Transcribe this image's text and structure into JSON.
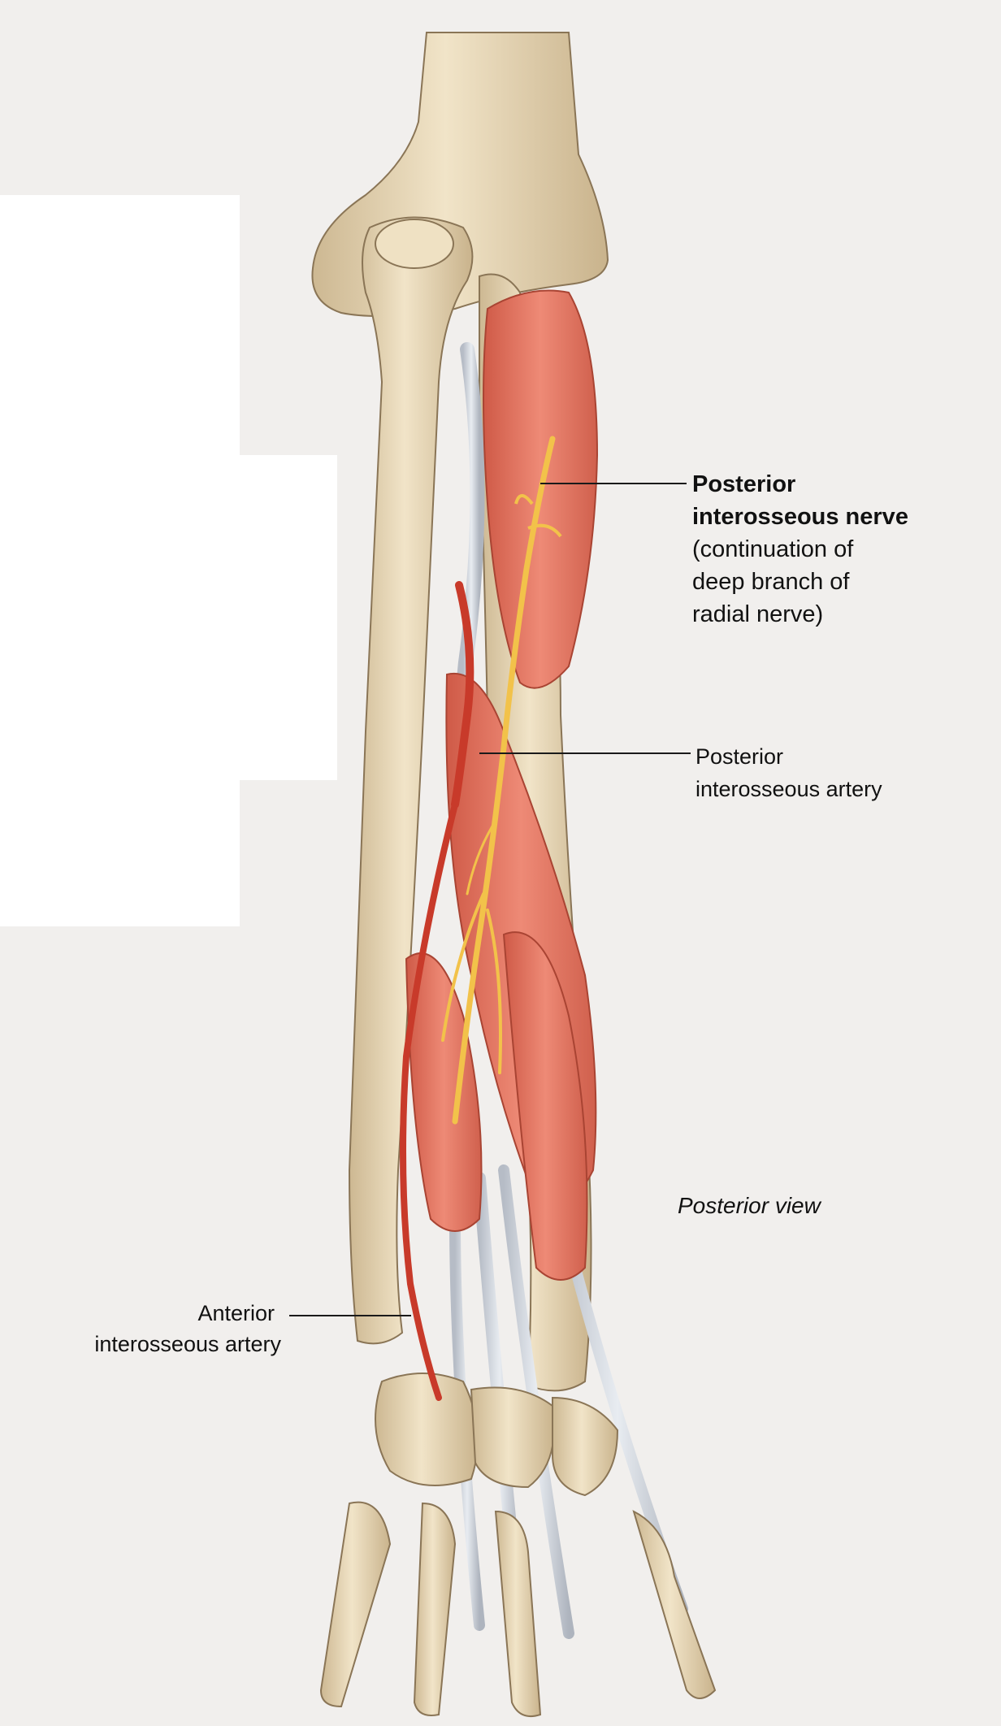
{
  "labels": {
    "posterior_interosseous_nerve": {
      "title": "Posterior interosseous nerve",
      "title_line1": "Posterior",
      "title_line2": "interosseous nerve",
      "note_line1": "(continuation of",
      "note_line2": "deep branch of",
      "note_line3": "radial nerve)"
    },
    "posterior_interosseous_artery": {
      "line1": "Posterior",
      "line2": "interosseous artery"
    },
    "anterior_interosseous_artery": {
      "line1": "Anterior",
      "line2": "interosseous artery"
    },
    "view": "Posterior view"
  },
  "colors": {
    "background": "#f1efed",
    "bone": "#e8d9bc",
    "muscle": "#e07a66",
    "nerve": "#f2c24a",
    "artery": "#c83a2a",
    "tendon": "#cdd3dc"
  }
}
